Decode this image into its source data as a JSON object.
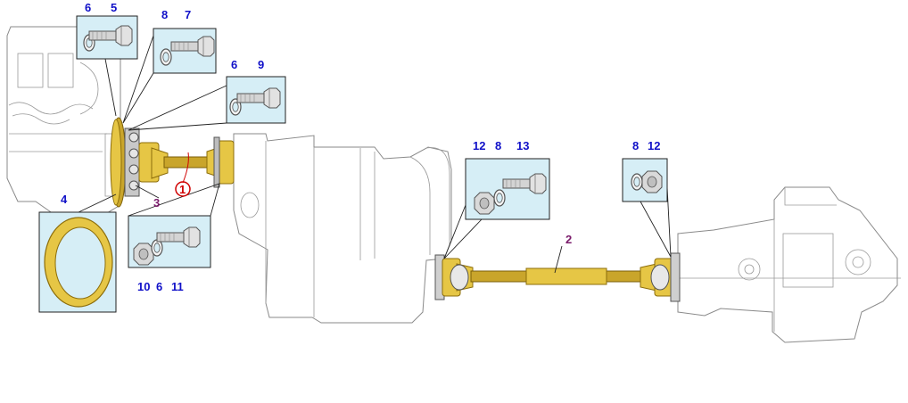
{
  "labels": {
    "l1": "1",
    "l2": "2",
    "l3": "3",
    "l4": "4",
    "l5": "5",
    "l6a": "6",
    "l6b": "6",
    "l6c": "6",
    "l7": "7",
    "l8a": "8",
    "l8b": "8",
    "l8c": "8",
    "l9": "9",
    "l10": "10",
    "l11": "11",
    "l12a": "12",
    "l12b": "12",
    "l13": "13"
  },
  "colors": {
    "label_blue": "#1010c8",
    "label_purple": "#7a1a6a",
    "label_red": "#d00000",
    "callout_fill": "#d6eef6",
    "part_gold": "#e6c645"
  },
  "icons": {
    "bolt": "bolt-icon",
    "washer": "washer-icon",
    "nut": "nut-icon",
    "flange_ring": "flange-ring-icon"
  }
}
